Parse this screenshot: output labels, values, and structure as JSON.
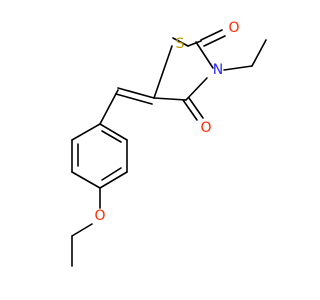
{
  "molecule": {
    "atoms": {
      "sulfur": {
        "symbol": "S",
        "color": "#b8a000"
      },
      "nitrogen": {
        "symbol": "N",
        "color": "#2a2aff"
      },
      "oxygen_c2": {
        "symbol": "O",
        "color": "#ff2a00"
      },
      "oxygen_c4": {
        "symbol": "O",
        "color": "#ff2a00"
      },
      "oxygen_ether": {
        "symbol": "O",
        "color": "#ff2a00"
      }
    },
    "bond_color": "#000000",
    "background": "#ffffff"
  }
}
